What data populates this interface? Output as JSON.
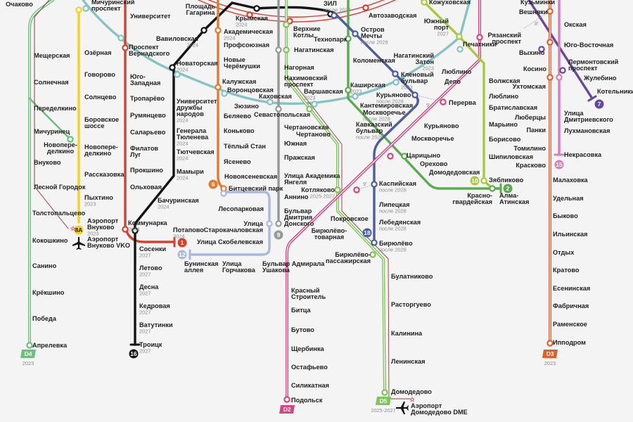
{
  "colors": {
    "D4": "#6dbf7c",
    "D4_rail": "#8b3b3b",
    "8A": "#f2d21c",
    "11": "#86c3c3",
    "1": "#d5412f",
    "16": "#141414",
    "6": "#e07b30",
    "12": "#a9b8de",
    "9": "#999999",
    "MCC": "#d5412f",
    "D5": "#7fc35b",
    "2": "#5aac4e",
    "18": "#4b5e9e",
    "D2": "#d0487f",
    "10": "#a8c93f",
    "7": "#66489a",
    "D3": "#d9612e",
    "15": "#d67fba"
  },
  "badges": [
    {
      "line": "D4",
      "label": "D4",
      "note": "2023"
    },
    {
      "line": "8A",
      "label": "8А"
    },
    {
      "line": "1",
      "label": "1"
    },
    {
      "line": "16",
      "label": "16"
    },
    {
      "line": "6",
      "label": "6"
    },
    {
      "line": "12",
      "label": "12"
    },
    {
      "line": "9",
      "label": "9"
    },
    {
      "line": "18",
      "label": "18"
    },
    {
      "line": "D2",
      "label": "D2"
    },
    {
      "line": "D5",
      "label": "D5",
      "note": "2025-2027"
    },
    {
      "line": "10",
      "label": "10"
    },
    {
      "line": "2",
      "label": "2"
    },
    {
      "line": "15",
      "label": "15"
    },
    {
      "line": "7",
      "label": "7"
    },
    {
      "line": "D3",
      "label": "D3",
      "note": "2023"
    }
  ],
  "icons": {
    "airport": "airplane-icon",
    "airport_link": "star-icon"
  },
  "transfer_times": [
    "8'",
    "9'",
    "9'"
  ],
  "stations": [
    {
      "name": "Очаково"
    },
    {
      "name": "Мещерская"
    },
    {
      "name": "Солнечная"
    },
    {
      "name": "Переделкино"
    },
    {
      "name": "Мичуринец"
    },
    {
      "name": "Новопере-\nделкино"
    },
    {
      "name": "Внуково"
    },
    {
      "name": "Лесной Городок"
    },
    {
      "name": "Толстопальцево"
    },
    {
      "name": "Кокошкино"
    },
    {
      "name": "Санино"
    },
    {
      "name": "Крёкшино"
    },
    {
      "name": "Победа"
    },
    {
      "name": "Апрелевка"
    },
    {
      "name": "Мичуринский\nпроспект"
    },
    {
      "name": "Озёрная"
    },
    {
      "name": "Говорово"
    },
    {
      "name": "Солнцево"
    },
    {
      "name": "Боровское\nшоссе"
    },
    {
      "name": "Новопере-\nделкино"
    },
    {
      "name": "Рассказовка"
    },
    {
      "name": "Пыхтино",
      "note": "2023"
    },
    {
      "name": "Аэропорт\nВнуково",
      "note": "2023"
    },
    {
      "name": "Аэропорт\nВнуково VKO"
    },
    {
      "name": "Университет"
    },
    {
      "name": "Проспект\nВернадского"
    },
    {
      "name": "Юго-\nЗападная"
    },
    {
      "name": "Тропарёво"
    },
    {
      "name": "Румянцево"
    },
    {
      "name": "Саларьево"
    },
    {
      "name": "Филатов\nЛуг"
    },
    {
      "name": "Прокшино"
    },
    {
      "name": "Ольховая"
    },
    {
      "name": "Коммунарка",
      "note": "2024"
    },
    {
      "name": "Потапово",
      "note": "2024"
    },
    {
      "name": "Площадь\nГагарина"
    },
    {
      "name": "Вавиловская",
      "note": "2024"
    },
    {
      "name": "Новаторская",
      "note": "2024"
    },
    {
      "name": "Университет\nдружбы\nнародов",
      "note": "2024"
    },
    {
      "name": "Генерала\nТюленева",
      "note": "2024"
    },
    {
      "name": "Тютчевская",
      "note": "2024"
    },
    {
      "name": "Мамыри",
      "note": "2024"
    },
    {
      "name": "Бачуринская",
      "note": "2024"
    },
    {
      "name": "Сосенки",
      "note": "2027"
    },
    {
      "name": "Летово",
      "note": "2027"
    },
    {
      "name": "Десна",
      "note": "2027"
    },
    {
      "name": "Кедровая",
      "note": "2027"
    },
    {
      "name": "Ватутинки",
      "note": "2027"
    },
    {
      "name": "Троицк",
      "note": "2027"
    },
    {
      "name": "Академическая",
      "note": "2024"
    },
    {
      "name": "Профсоюзная"
    },
    {
      "name": "Новые\nЧерёмушки"
    },
    {
      "name": "Калужская"
    },
    {
      "name": "Воронцовская"
    },
    {
      "name": "Беляево"
    },
    {
      "name": "Коньково"
    },
    {
      "name": "Тёплый Стан"
    },
    {
      "name": "Ясенево"
    },
    {
      "name": "Новоясеневская"
    },
    {
      "name": "Битцевский парк"
    },
    {
      "name": "Зюзино"
    },
    {
      "name": "Каховская"
    },
    {
      "name": "Севастопольская"
    },
    {
      "name": "Лесопарковая"
    },
    {
      "name": "Улица\nСтарокачаловская"
    },
    {
      "name": "Улица Скобелевская"
    },
    {
      "name": "Бунинская\nаллея"
    },
    {
      "name": "Улица\nГорчакова"
    },
    {
      "name": "Бульвар Адмирала\nУшакова"
    },
    {
      "name": "Нагатинская"
    },
    {
      "name": "Нагорная"
    },
    {
      "name": "Нахимовский\nпроспект"
    },
    {
      "name": "Чертановская"
    },
    {
      "name": "Южная"
    },
    {
      "name": "Пражская"
    },
    {
      "name": "Улица Академика\nЯнгеля"
    },
    {
      "name": "Аннино"
    },
    {
      "name": "Бульвар\nДмитрия\nДонского"
    },
    {
      "name": "Крымская",
      "note": "2024"
    },
    {
      "name": "Верхние\nКотлы"
    },
    {
      "name": "ЗИЛ",
      "note": "после 2028"
    },
    {
      "name": "Автозаводская"
    },
    {
      "name": "Технопарк"
    },
    {
      "name": "Варшавская",
      "note": "2023"
    },
    {
      "name": "Чертаново"
    },
    {
      "name": "Котляково",
      "note": "2025-2027"
    },
    {
      "name": "Покровское"
    },
    {
      "name": "Бирюлёво-\nтоварная"
    },
    {
      "name": "Красный\nСтроитель"
    },
    {
      "name": "Битца"
    },
    {
      "name": "Бутово"
    },
    {
      "name": "Щербинка"
    },
    {
      "name": "Остафьево"
    },
    {
      "name": "Силикатная"
    },
    {
      "name": "Подольск"
    },
    {
      "name": "Бирюлёво-\nпассажирская"
    },
    {
      "name": "Булатниково"
    },
    {
      "name": "Расторгуево"
    },
    {
      "name": "Калинина"
    },
    {
      "name": "Ленинская"
    },
    {
      "name": "Домодедово"
    },
    {
      "name": "Аэропорт\nДомодедово DME"
    },
    {
      "name": "Коломенская"
    },
    {
      "name": "Каширская",
      "note": "2023"
    },
    {
      "name": "Кантемировская"
    },
    {
      "name": "Москворечье",
      "note": "после 2028"
    },
    {
      "name": "Кавказский\nбульвар",
      "note": "после 2028"
    },
    {
      "name": "Царицыно"
    },
    {
      "name": "Орехово"
    },
    {
      "name": "Домодедовская"
    },
    {
      "name": "Красно-\nгвардейская"
    },
    {
      "name": "Алма-\nАтинская"
    },
    {
      "name": "Остров\nМечты",
      "note": "после 2028"
    },
    {
      "name": "Кленовый\nбульвар",
      "note": "2023"
    },
    {
      "name": "Курьяново",
      "note": "после 2028"
    },
    {
      "name": "Каспийская",
      "note": "после 2028"
    },
    {
      "name": "Липецкая",
      "note": "после 2028"
    },
    {
      "name": "Лебедянская",
      "note": "после 2028"
    },
    {
      "name": "Бирюлёво",
      "note": "после 2028"
    },
    {
      "name": "Люблино"
    },
    {
      "name": "Депо"
    },
    {
      "name": "Перерва"
    },
    {
      "name": "Курьяново"
    },
    {
      "name": "Москворечье"
    },
    {
      "name": "Кожуховская"
    },
    {
      "name": "Южный\nпорт",
      "note": "2027"
    },
    {
      "name": "Печатники"
    },
    {
      "name": "Нагатинский\nЗатон",
      "note": "2023"
    },
    {
      "name": "Волжская"
    },
    {
      "name": "Люблино"
    },
    {
      "name": "Братиславская"
    },
    {
      "name": "Марьино"
    },
    {
      "name": "Борисово"
    },
    {
      "name": "Шипиловская"
    },
    {
      "name": "Зябликово"
    },
    {
      "name": "Кузьминки"
    },
    {
      "name": "Вешняки"
    },
    {
      "name": "Рязанский\nпроспект"
    },
    {
      "name": "Выхино"
    },
    {
      "name": "Лермонтовский\nпроспект"
    },
    {
      "name": "Жулебино"
    },
    {
      "name": "Котельники"
    },
    {
      "name": "Косино"
    },
    {
      "name": "Ухтомская"
    },
    {
      "name": "Люберцы"
    },
    {
      "name": "Панки"
    },
    {
      "name": "Томилино"
    },
    {
      "name": "Красково"
    },
    {
      "name": "Окская"
    },
    {
      "name": "Юго-Восточная"
    },
    {
      "name": "Улица\nДмитриевского"
    },
    {
      "name": "Лухмановская"
    },
    {
      "name": "Некрасовка"
    },
    {
      "name": "Малаховка"
    },
    {
      "name": "Удельная"
    },
    {
      "name": "Быково"
    },
    {
      "name": "Ильинская"
    },
    {
      "name": "Отдых"
    },
    {
      "name": "Кратово"
    },
    {
      "name": "Есенинская"
    },
    {
      "name": "Фабричная"
    },
    {
      "name": "Раменское"
    },
    {
      "name": "Ипподром"
    }
  ]
}
